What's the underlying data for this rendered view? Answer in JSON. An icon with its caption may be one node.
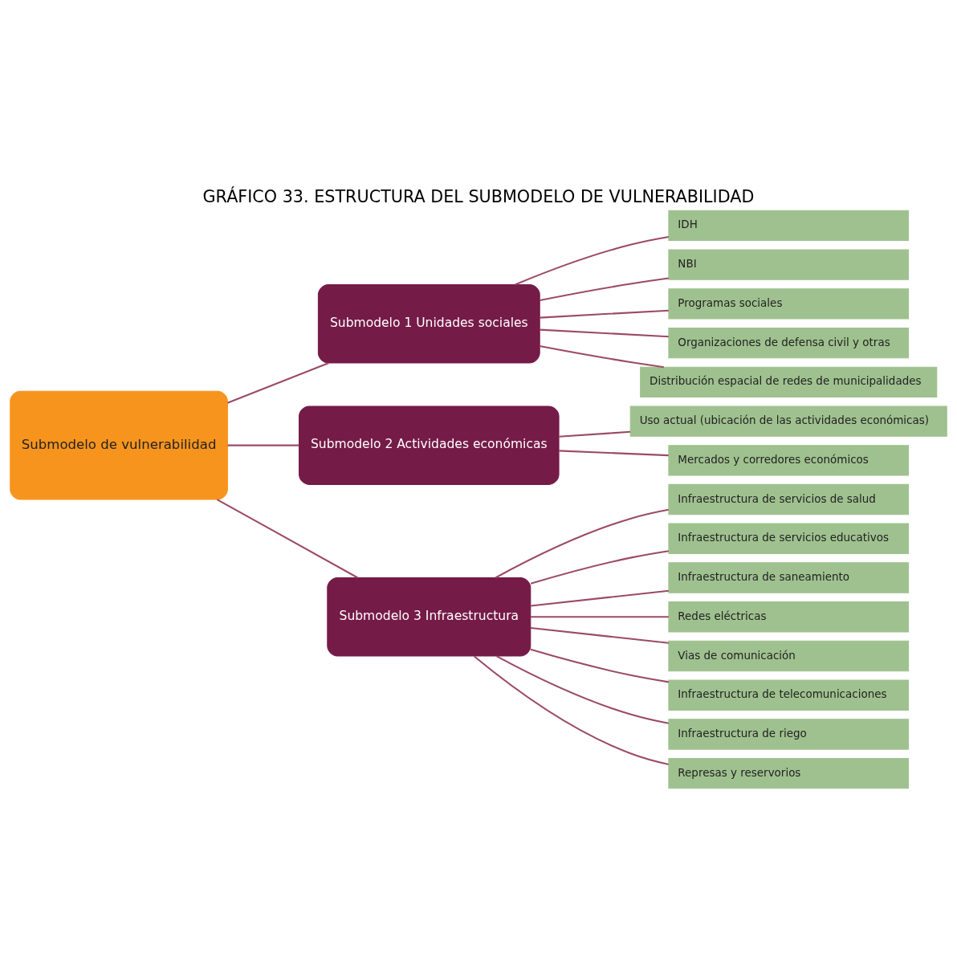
{
  "diagram": {
    "title": "GRÁFICO 33. ESTRUCTURA DEL SUBMODELO DE VULNERABILIDAD",
    "nodes": [
      {
        "text": [
          "Submodelo de vulnerabilidad"
        ]
      },
      {
        "text": [
          "Submodelo 1 Unidades sociales"
        ]
      },
      {
        "text": [
          "Submodelo 2 Actividades económicas"
        ]
      },
      {
        "text": [
          "Submodelo 3 Infraestructura"
        ]
      },
      {
        "text": [
          "IDH"
        ]
      },
      {
        "text": [
          "NBI"
        ]
      },
      {
        "text": [
          "Programas sociales"
        ]
      },
      {
        "text": [
          "Organizaciones de defensa civil y otras"
        ]
      },
      {
        "text": [
          "Distribución espacial de redes de municipalidades"
        ]
      },
      {
        "text": [
          "Uso actual (ubicación de las actividades económicas)"
        ]
      },
      {
        "text": [
          "Mercados y corredores económicos"
        ]
      },
      {
        "text": [
          "Infraestructura de servicios de salud"
        ]
      },
      {
        "text": [
          "Infraestructura de servicios educativos"
        ]
      },
      {
        "text": [
          "Infraestructura de saneamiento"
        ]
      },
      {
        "text": [
          "Redes eléctricas"
        ]
      },
      {
        "text": [
          "Vias de comunicación"
        ]
      },
      {
        "text": [
          "Infraestructura de telecomunicaciones"
        ]
      },
      {
        "text": [
          "Infraestructura de riego"
        ]
      },
      {
        "text": [
          "Represas y reservorios"
        ]
      }
    ],
    "edges": [
      {
        "from": 0,
        "to": 1,
        "arrow": "none"
      },
      {
        "from": 0,
        "to": 2,
        "arrow": "none"
      },
      {
        "from": 0,
        "to": 3,
        "arrow": "none"
      },
      {
        "from": 1,
        "to": 4,
        "arrow": "none"
      },
      {
        "from": 1,
        "to": 5,
        "arrow": "none"
      },
      {
        "from": 1,
        "to": 6,
        "arrow": "none"
      },
      {
        "from": 1,
        "to": 7,
        "arrow": "none"
      },
      {
        "from": 1,
        "to": 8,
        "arrow": "none"
      },
      {
        "from": 2,
        "to": 9,
        "arrow": "none"
      },
      {
        "from": 2,
        "to": 10,
        "arrow": "none"
      },
      {
        "from": 3,
        "to": 11,
        "arrow": "none"
      },
      {
        "from": 3,
        "to": 12,
        "arrow": "none"
      },
      {
        "from": 3,
        "to": 13,
        "arrow": "none"
      },
      {
        "from": 3,
        "to": 14,
        "arrow": "none"
      },
      {
        "from": 3,
        "to": 15,
        "arrow": "none"
      },
      {
        "from": 3,
        "to": 16,
        "arrow": "none"
      },
      {
        "from": 3,
        "to": 17,
        "arrow": "none"
      },
      {
        "from": 3,
        "to": 18,
        "arrow": "none"
      }
    ]
  }
}
